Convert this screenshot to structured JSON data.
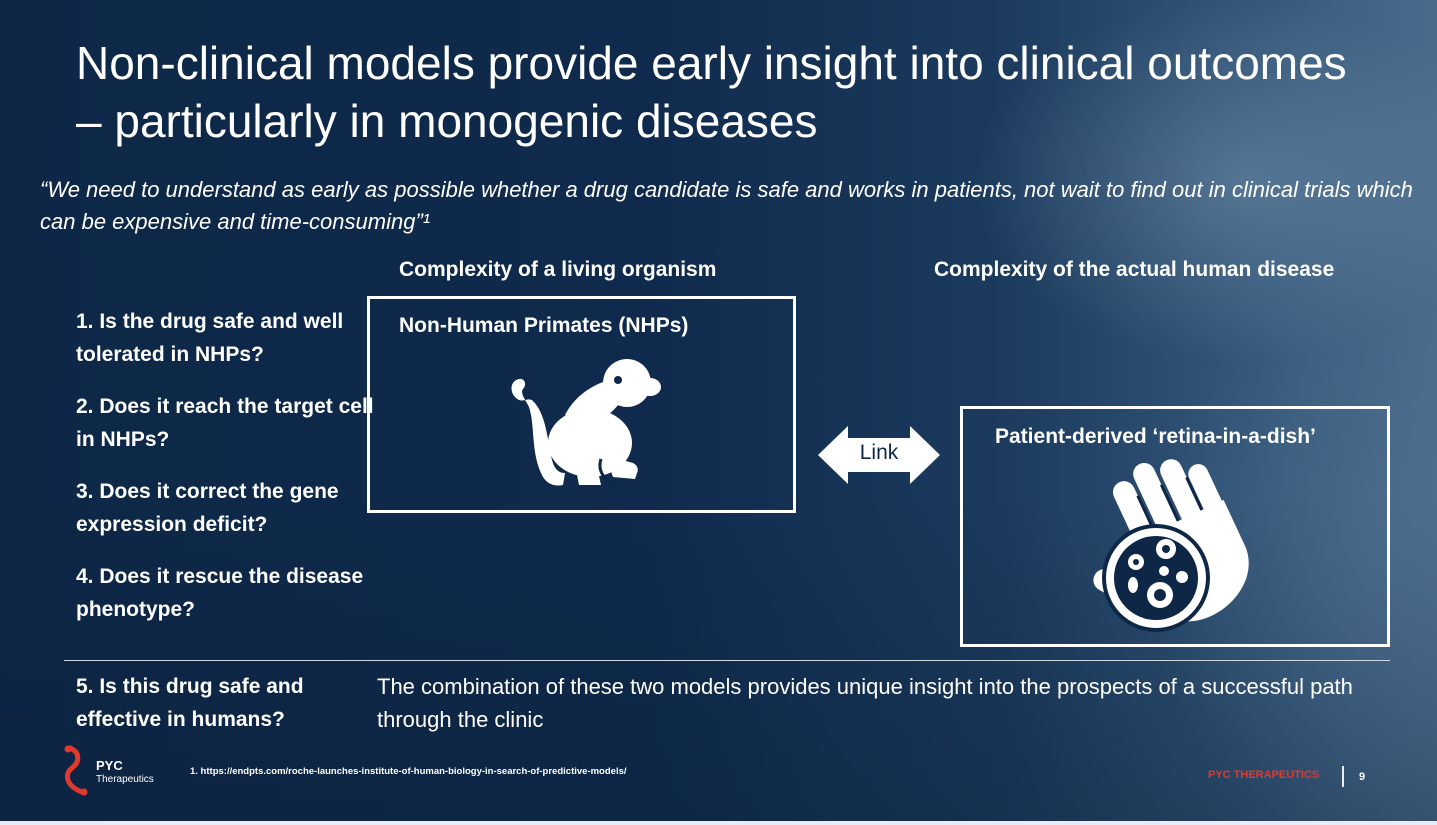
{
  "title": "Non-clinical models provide early insight into clinical outcomes – particularly in monogenic diseases",
  "quote": "“We need to understand as early as possible whether a drug candidate is safe and works in patients, not wait to find out in clinical trials which can be expensive and time-consuming”¹",
  "headers": {
    "left": "Complexity of a living organism",
    "right": "Complexity of the actual human disease"
  },
  "questions": [
    "1. Is the drug safe and well tolerated in NHPs?",
    "2. Does it reach the target cell in NHPs?",
    "3. Does it correct the gene expression deficit?",
    "4. Does it rescue the disease phenotype?"
  ],
  "boxes": {
    "nhp_title": "Non-Human Primates (NHPs)",
    "patient_title": "Patient-derived ‘retina-in-a-dish’"
  },
  "link_label": "Link",
  "question5": "5. Is this drug safe and effective in humans?",
  "combination_text": "The combination of these two models provides unique insight into the prospects of a successful path through the clinic",
  "footnote": "1. https://endpts.com/roche-launches-institute-of-human-biology-in-search-of-predictive-models/",
  "logo": {
    "name": "PYC",
    "sub": "Therapeutics",
    "accent": "#e0392e"
  },
  "brand": "PYC THERAPEUTICS",
  "page_number": "9",
  "icons": [
    "monkey-icon",
    "double-arrow-icon",
    "hand-petri-dish-icon",
    "pyc-logo-icon"
  ]
}
